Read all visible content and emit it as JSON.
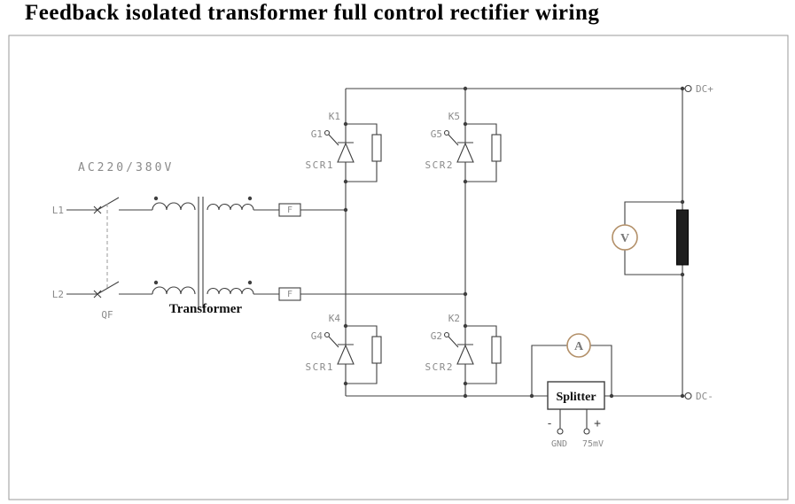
{
  "title": "Feedback isolated transformer full control rectifier wiring",
  "labels": {
    "ac_voltage": "AC220/380V",
    "l1": "L1",
    "l2": "L2",
    "qf": "QF",
    "transformer": "Transformer",
    "fuse_top": "F",
    "fuse_bottom": "F",
    "dc_plus": "DC+",
    "dc_minus": "DC-",
    "voltmeter": "V",
    "ammeter": "A",
    "splitter": "Splitter",
    "minus": "-",
    "plus": "+",
    "gnd": "GND",
    "shunt_rating": "75mV"
  },
  "scrs": [
    {
      "pos": "top-left",
      "k": "K1",
      "g": "G1",
      "name": "SCR1"
    },
    {
      "pos": "top-right",
      "k": "K5",
      "g": "G5",
      "name": "SCR2"
    },
    {
      "pos": "bottom-left",
      "k": "K4",
      "g": "G4",
      "name": "SCR1"
    },
    {
      "pos": "bottom-right",
      "k": "K2",
      "g": "G2",
      "name": "SCR2"
    }
  ],
  "colors": {
    "line": "#3f3f3f",
    "label": "#8a8a8a",
    "meter_ring": "#b39069",
    "frame": "#9a9a9a",
    "title": "#000000"
  }
}
